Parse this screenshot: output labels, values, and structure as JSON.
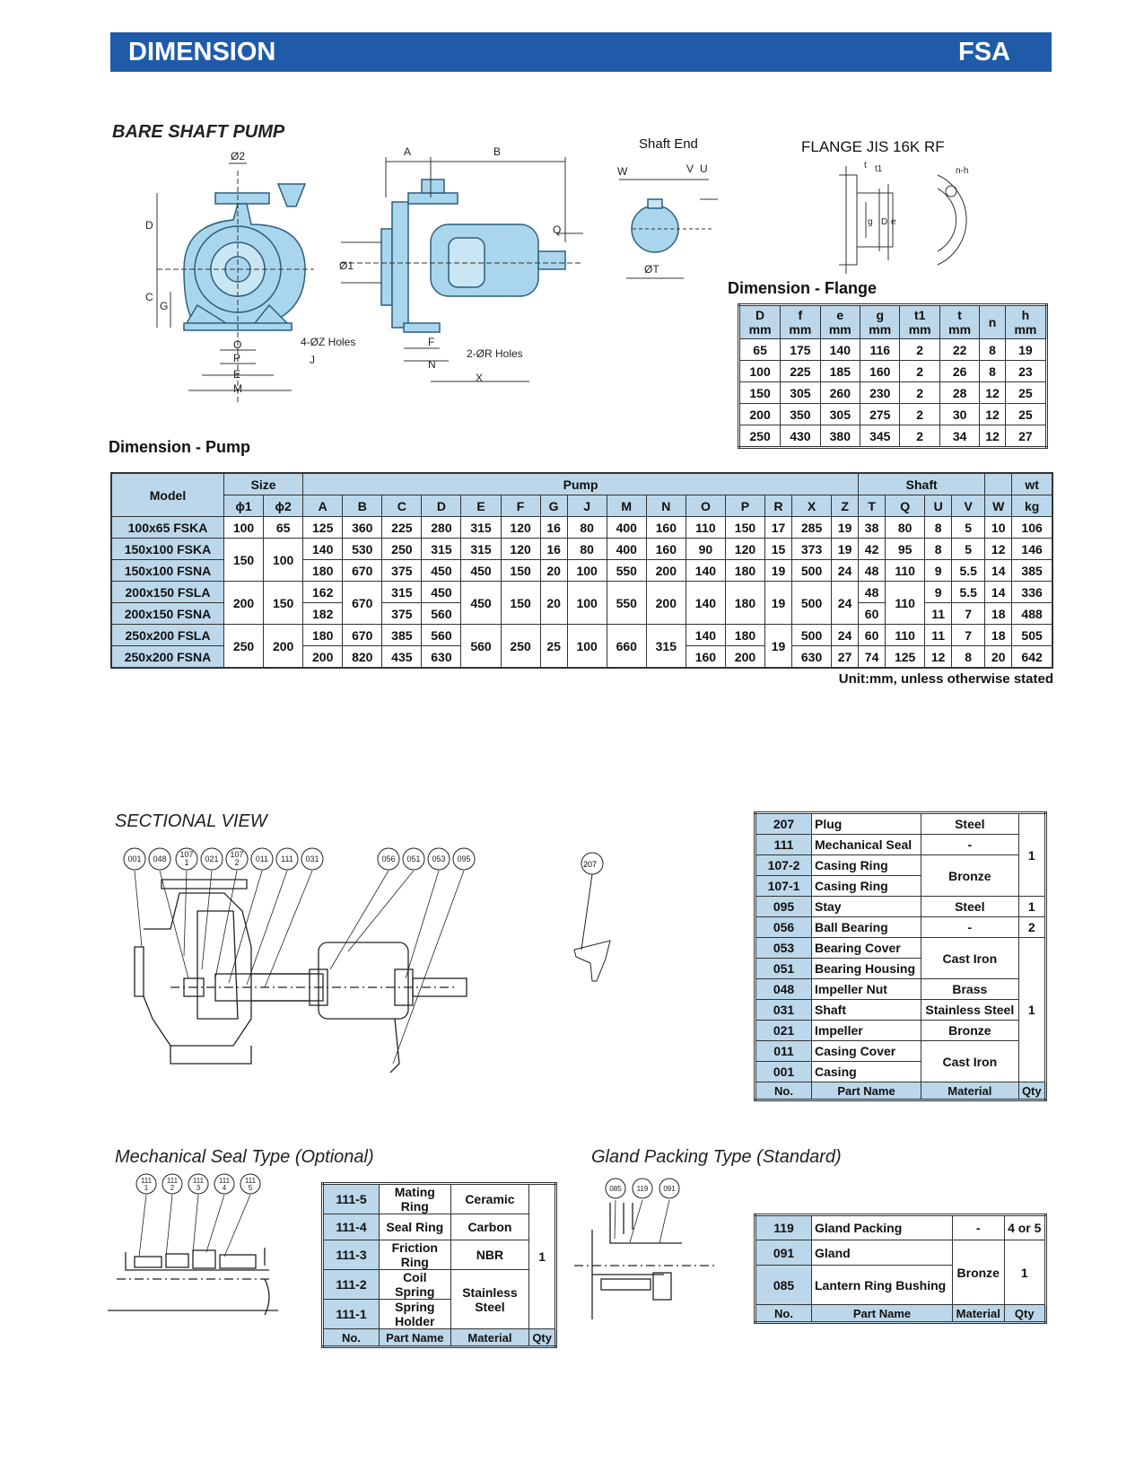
{
  "header": {
    "title": "DIMENSION",
    "model": "FSA"
  },
  "bare_shaft": {
    "title": "BARE SHAFT PUMP",
    "shaft_end": "Shaft End",
    "flange_title": "FLANGE JIS 16K RF",
    "labels": {
      "phi2": "Ø2",
      "phi1": "Ø1",
      "A": "A",
      "B": "B",
      "C": "C",
      "D": "D",
      "G": "G",
      "O": "O",
      "P": "P",
      "E": "E",
      "M": "M",
      "J": "J",
      "F": "F",
      "N": "N",
      "Q": "Q",
      "X": "X",
      "W": "W",
      "V": "V",
      "U": "U",
      "T": "ØT",
      "holes4": "4-ØZ Holes",
      "holes2": "2-ØR Holes"
    },
    "flange_labels": {
      "t": "t",
      "t1": "t1",
      "nh": "n-h",
      "g": "g",
      "D": "D",
      "e": "e"
    }
  },
  "flange_table": {
    "caption": "Dimension - Flange",
    "headers": [
      [
        "D",
        "mm"
      ],
      [
        "f",
        "mm"
      ],
      [
        "e",
        "mm"
      ],
      [
        "g",
        "mm"
      ],
      [
        "t1",
        "mm"
      ],
      [
        "t",
        "mm"
      ],
      [
        "n",
        ""
      ],
      [
        "h",
        "mm"
      ]
    ],
    "rows": [
      [
        "65",
        "175",
        "140",
        "116",
        "2",
        "22",
        "8",
        "19"
      ],
      [
        "100",
        "225",
        "185",
        "160",
        "2",
        "26",
        "8",
        "23"
      ],
      [
        "150",
        "305",
        "260",
        "230",
        "2",
        "28",
        "12",
        "25"
      ],
      [
        "200",
        "350",
        "305",
        "275",
        "2",
        "30",
        "12",
        "25"
      ],
      [
        "250",
        "430",
        "380",
        "345",
        "2",
        "34",
        "12",
        "27"
      ]
    ]
  },
  "pump_table": {
    "caption": "Dimension - Pump",
    "group_headers": {
      "model": "Model",
      "size": "Size",
      "pump": "Pump",
      "shaft": "Shaft",
      "wt": "wt"
    },
    "sub_headers": [
      "ϕ1",
      "ϕ2",
      "A",
      "B",
      "C",
      "D",
      "E",
      "F",
      "G",
      "J",
      "M",
      "N",
      "O",
      "P",
      "R",
      "X",
      "Z",
      "T",
      "Q",
      "U",
      "V",
      "W",
      "kg"
    ],
    "models": [
      "100x65 FSKA",
      "150x100 FSKA",
      "150x100 FSNA",
      "200x150 FSLA",
      "200x150 FSNA",
      "250x200 FSLA",
      "250x200 FSNA"
    ],
    "r1": [
      "100",
      "65",
      "125",
      "360",
      "225",
      "280",
      "315",
      "120",
      "16",
      "80",
      "400",
      "160",
      "110",
      "150",
      "17",
      "285",
      "19",
      "38",
      "80",
      "8",
      "5",
      "10",
      "106"
    ],
    "r2": {
      "s1": "150",
      "s2": "100",
      "A": [
        "140",
        "180"
      ],
      "B": [
        "530",
        "670"
      ],
      "C": [
        "250",
        "375"
      ],
      "D": [
        "315",
        "450"
      ],
      "E": [
        "315",
        "450"
      ],
      "F": [
        "120",
        "150"
      ],
      "G": [
        "16",
        "20"
      ],
      "J": [
        "80",
        "100"
      ],
      "M": [
        "400",
        "550"
      ],
      "N": [
        "160",
        "200"
      ],
      "O": [
        "90",
        "140"
      ],
      "P": [
        "120",
        "180"
      ],
      "R": [
        "15",
        "19"
      ],
      "X": [
        "373",
        "500"
      ],
      "Z": [
        "19",
        "24"
      ],
      "T": [
        "42",
        "48"
      ],
      "Q": [
        "95",
        "110"
      ],
      "U": [
        "8",
        "9"
      ],
      "V": [
        "5",
        "5.5"
      ],
      "W": [
        "12",
        "14"
      ],
      "kg": [
        "146",
        "385"
      ]
    },
    "r3": {
      "s1": "200",
      "s2": "150",
      "A": [
        "162",
        "182"
      ],
      "B": "670",
      "C": [
        "315",
        "375"
      ],
      "D": [
        "450",
        "560"
      ],
      "E": "450",
      "F": "150",
      "G": "20",
      "J": "100",
      "M": "550",
      "N": "200",
      "O": "140",
      "P": "180",
      "R": "19",
      "X": "500",
      "Z": "24",
      "T": [
        "48",
        "60"
      ],
      "Q": "110",
      "U": [
        "9",
        "11"
      ],
      "V": [
        "5.5",
        "7"
      ],
      "W": [
        "14",
        "18"
      ],
      "kg": [
        "336",
        "488"
      ]
    },
    "r4": {
      "s1": "250",
      "s2": "200",
      "A": [
        "180",
        "200"
      ],
      "B": [
        "670",
        "820"
      ],
      "C": [
        "385",
        "435"
      ],
      "D": [
        "560",
        "630"
      ],
      "E": "560",
      "F": "250",
      "G": "25",
      "J": "100",
      "M": "660",
      "N": "315",
      "O": [
        "140",
        "160"
      ],
      "P": [
        "180",
        "200"
      ],
      "R": "19",
      "X": [
        "500",
        "630"
      ],
      "Z": [
        "24",
        "27"
      ],
      "T": [
        "60",
        "74"
      ],
      "Q": [
        "110",
        "125"
      ],
      "U": [
        "11",
        "12"
      ],
      "V": [
        "7",
        "8"
      ],
      "W": [
        "18",
        "20"
      ],
      "kg": [
        "505",
        "642"
      ]
    },
    "unit_note": "Unit:mm, unless otherwise stated"
  },
  "sectional": {
    "title": "SECTIONAL VIEW",
    "callouts": [
      "001",
      "048",
      "107\n1",
      "021",
      "107\n2",
      "011",
      "111",
      "031",
      "056",
      "051",
      "053",
      "095"
    ],
    "callout_207": "207"
  },
  "parts_table": {
    "headers": [
      "No.",
      "Part Name",
      "Material",
      "Qty"
    ],
    "rows": [
      {
        "no": "207",
        "name": "Plug",
        "mat": "Steel"
      },
      {
        "no": "111",
        "name": "Mechanical Seal",
        "mat": "-"
      },
      {
        "no": "107-2",
        "name": "Casing Ring"
      },
      {
        "no": "107-1",
        "name": "Casing Ring"
      },
      {
        "no": "095",
        "name": "Stay",
        "mat": "Steel",
        "qty": "1"
      },
      {
        "no": "056",
        "name": "Ball Bearing",
        "mat": "-",
        "qty": "2"
      },
      {
        "no": "053",
        "name": "Bearing Cover"
      },
      {
        "no": "051",
        "name": "Bearing Housing"
      },
      {
        "no": "048",
        "name": "Impeller Nut",
        "mat": "Brass"
      },
      {
        "no": "031",
        "name": "Shaft",
        "mat": "Stainless Steel"
      },
      {
        "no": "021",
        "name": "Impeller",
        "mat": "Bronze"
      },
      {
        "no": "011",
        "name": "Casing Cover"
      },
      {
        "no": "001",
        "name": "Casing"
      }
    ],
    "merged": {
      "bronze": "Bronze",
      "castiron1": "Cast Iron",
      "castiron2": "Cast Iron",
      "qty_top": "1",
      "qty_mid": "1"
    }
  },
  "mech_seal": {
    "title": "Mechanical Seal Type (Optional)",
    "callouts": [
      "111-1",
      "111-2",
      "111-3",
      "111-4",
      "111-5"
    ],
    "headers": [
      "No.",
      "Part Name",
      "Material",
      "Qty"
    ],
    "rows": [
      {
        "no": "111-5",
        "name": "Mating Ring",
        "mat": "Ceramic"
      },
      {
        "no": "111-4",
        "name": "Seal Ring",
        "mat": "Carbon"
      },
      {
        "no": "111-3",
        "name": "Friction Ring",
        "mat": "NBR"
      },
      {
        "no": "111-2",
        "name": "Coil Spring"
      },
      {
        "no": "111-1",
        "name": "Spring Holder"
      }
    ],
    "merged_mat": "Stainless Steel",
    "qty": "1"
  },
  "gland": {
    "title": "Gland Packing Type (Standard)",
    "callouts": [
      "085",
      "119",
      "091"
    ],
    "headers": [
      "No.",
      "Part Name",
      "Material",
      "Qty"
    ],
    "rows": [
      {
        "no": "119",
        "name": "Gland Packing",
        "mat": "-",
        "qty": "4 or 5"
      },
      {
        "no": "091",
        "name": "Gland"
      },
      {
        "no": "085",
        "name": "Lantern Ring Bushing"
      }
    ],
    "merged_mat": "Bronze",
    "qty": "1"
  },
  "colors": {
    "banner": "#1f5ba9",
    "header_fill": "#bcd7ea",
    "pump_fill": "#a9d6ec",
    "pump_stroke": "#2c5f80"
  }
}
